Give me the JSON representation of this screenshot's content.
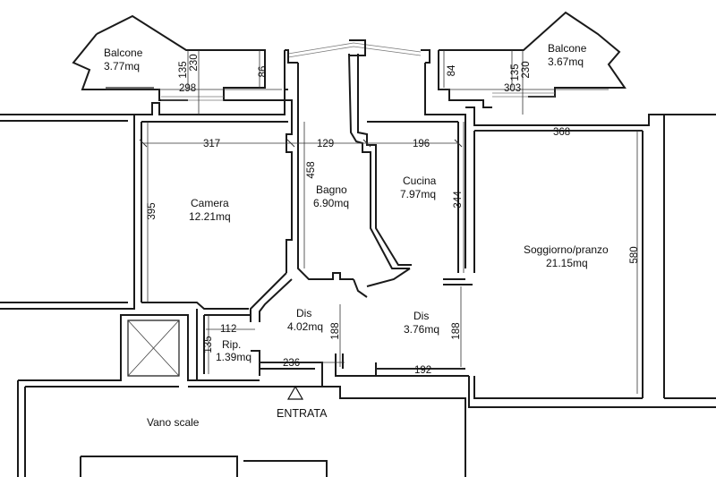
{
  "rooms": {
    "balcone_left": {
      "name": "Balcone",
      "area": "3.77mq"
    },
    "balcone_right": {
      "name": "Balcone",
      "area": "3.67mq"
    },
    "camera": {
      "name": "Camera",
      "area": "12.21mq"
    },
    "bagno": {
      "name": "Bagno",
      "area": "6.90mq"
    },
    "cucina": {
      "name": "Cucina",
      "area": "7.97mq"
    },
    "soggiorno": {
      "name": "Soggiorno/pranzo",
      "area": "21.15mq"
    },
    "dis_left": {
      "name": "Dis",
      "area": "4.02mq"
    },
    "dis_right": {
      "name": "Dis",
      "area": "3.76mq"
    },
    "rip": {
      "name": "Rip.",
      "area": "1.39mq"
    },
    "vano_scale": {
      "name": "Vano scale"
    }
  },
  "entrance_label": "ENTRATA",
  "dimensions": {
    "d135_left": "135",
    "d230_left": "230",
    "d86": "86",
    "d298": "298",
    "d84": "84",
    "d135_right": "135",
    "d230_right": "230",
    "d303": "303",
    "d317": "317",
    "d129": "129",
    "d196": "196",
    "d368": "368",
    "d458": "458",
    "d395": "395",
    "d344": "344",
    "d580": "580",
    "d112": "112",
    "d135_rip": "135",
    "d188_left": "188",
    "d188_right": "188",
    "d236": "236",
    "d192": "192"
  }
}
